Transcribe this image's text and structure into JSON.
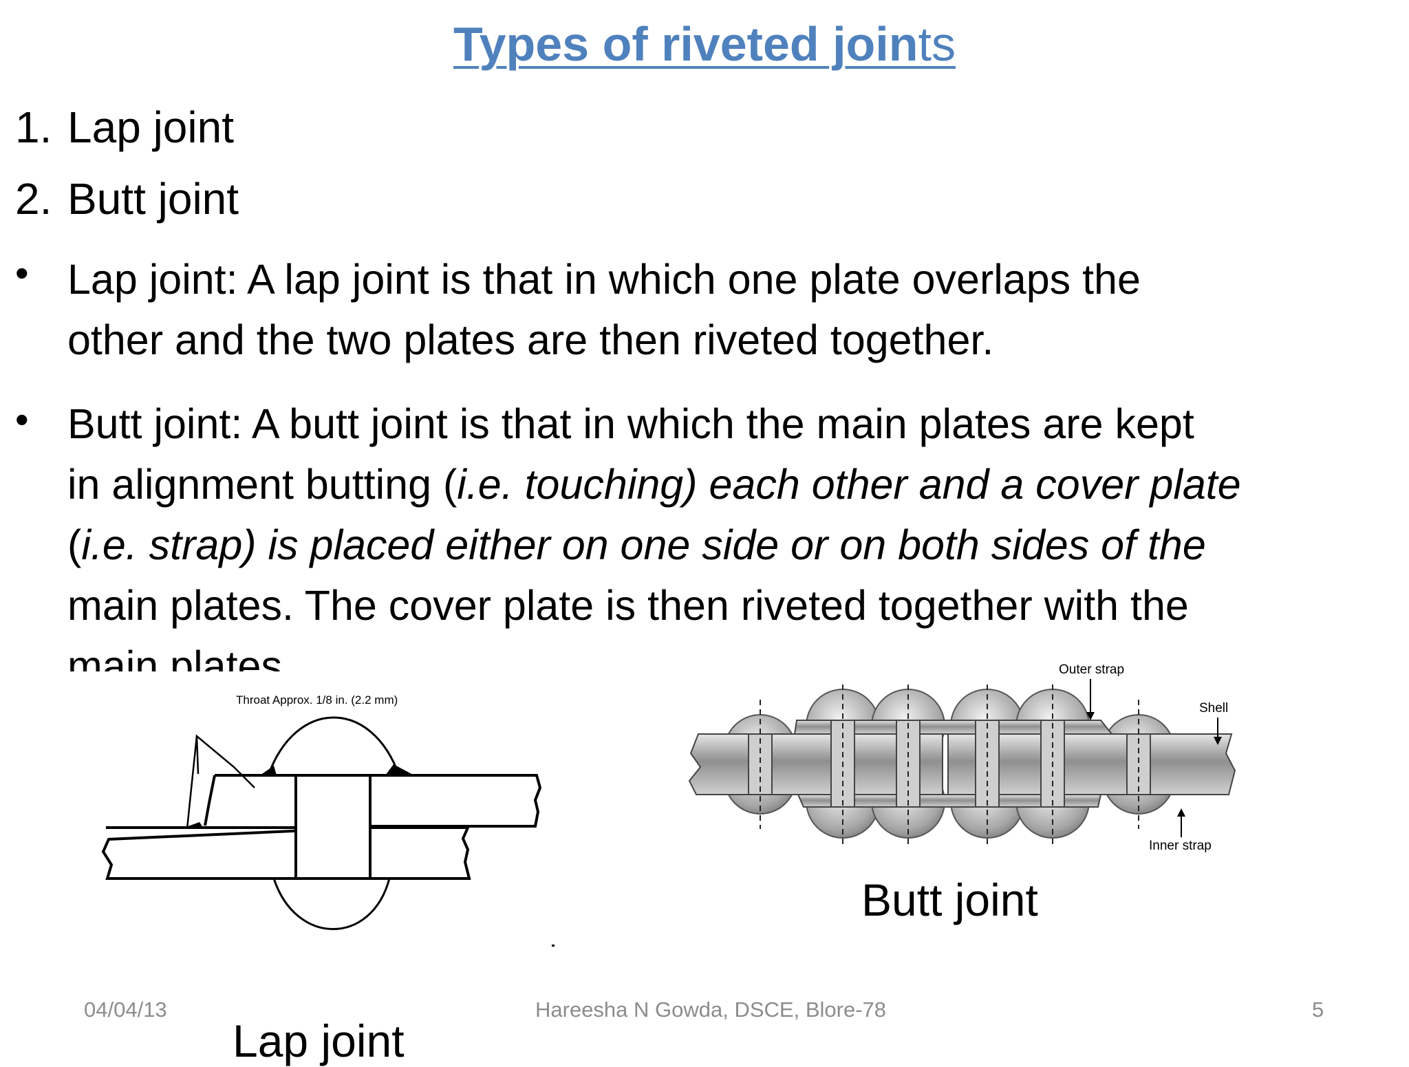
{
  "slide": {
    "title_main": "Types of riveted join",
    "title_tail": "ts",
    "list": [
      {
        "num": "1.",
        "label": "Lap joint"
      },
      {
        "num": "2.",
        "label": "Butt joint"
      }
    ],
    "bullets": [
      {
        "lines": [
          "Lap joint: A lap joint is that in which one plate overlaps the",
          "other and the two plates are then riveted together."
        ]
      },
      {
        "line1": "Butt joint: A butt joint is that in which the main plates are kept",
        "line2_normal": "in alignment butting (",
        "line2_italic": "i.e. touching) each other and a cover plate",
        "line3_normal": "(",
        "line3_italic": "i.e. strap) is placed either on one side or on both sides of the",
        "line4": "main plates. The cover plate is then riveted together with the",
        "line5": "main plates."
      }
    ]
  },
  "figures": {
    "lap": {
      "note": "Throat Approx. 1/8 in. (2.2 mm)",
      "caption": "Lap joint"
    },
    "butt": {
      "labels": {
        "outer_strap": "Outer strap",
        "shell": "Shell",
        "inner_strap": "Inner strap"
      },
      "caption": "Butt joint"
    }
  },
  "footer": {
    "date": "04/04/13",
    "author": "Hareesha N Gowda, DSCE, Blore-78",
    "page": "5"
  },
  "colors": {
    "title": "#4f81bd",
    "footer": "#8c8c8c"
  }
}
